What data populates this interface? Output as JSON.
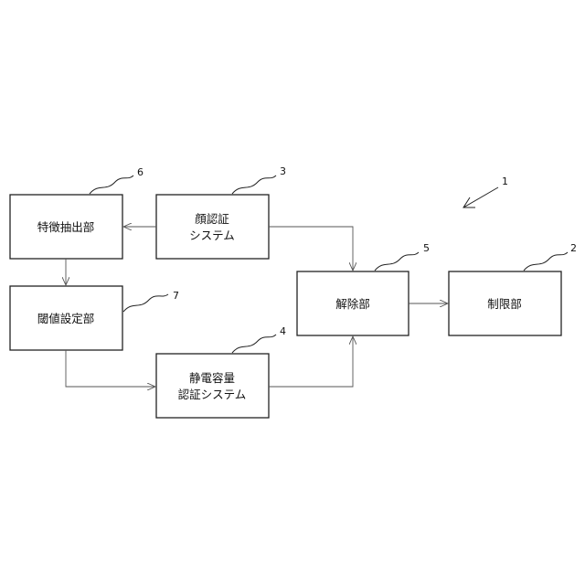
{
  "diagram": {
    "system_ref": "1",
    "blocks": {
      "feature_extraction": {
        "label": "特徴抽出部",
        "ref": "6"
      },
      "face_auth": {
        "label_line1": "顔認証",
        "label_line2": "システム",
        "ref": "3"
      },
      "threshold": {
        "label": "閾値設定部",
        "ref": "7"
      },
      "capacitance_auth": {
        "label_line1": "静電容量",
        "label_line2": "認証システム",
        "ref": "4"
      },
      "release": {
        "label": "解除部",
        "ref": "5"
      },
      "restriction": {
        "label": "制限部",
        "ref": "2"
      }
    }
  }
}
